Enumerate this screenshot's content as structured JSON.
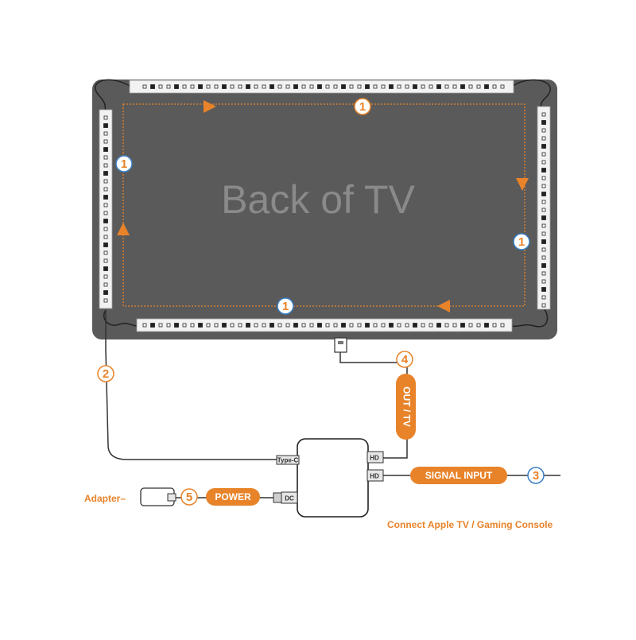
{
  "tv": {
    "title": "Back of TV"
  },
  "steps": {
    "strip": "1",
    "typec_cable": "2",
    "signal_input": "3",
    "out_tv": "4",
    "power": "5"
  },
  "labels": {
    "out_tv": "OUT / TV",
    "signal_input": "SIGNAL INPUT",
    "power": "POWER",
    "adapter": "Adapter–",
    "connect": "Connect Apple TV / Gaming Console"
  },
  "ports": {
    "type_c": "Type-C",
    "hd_out": "HD",
    "hd_in": "HD",
    "dc": "DC"
  },
  "colors": {
    "accent": "#e8832a",
    "tv_back": "#5a5a5a",
    "strip": "#f2f2f2",
    "led": "#222222",
    "cable": "#333333",
    "circle_blue": "#3a7fc4"
  }
}
